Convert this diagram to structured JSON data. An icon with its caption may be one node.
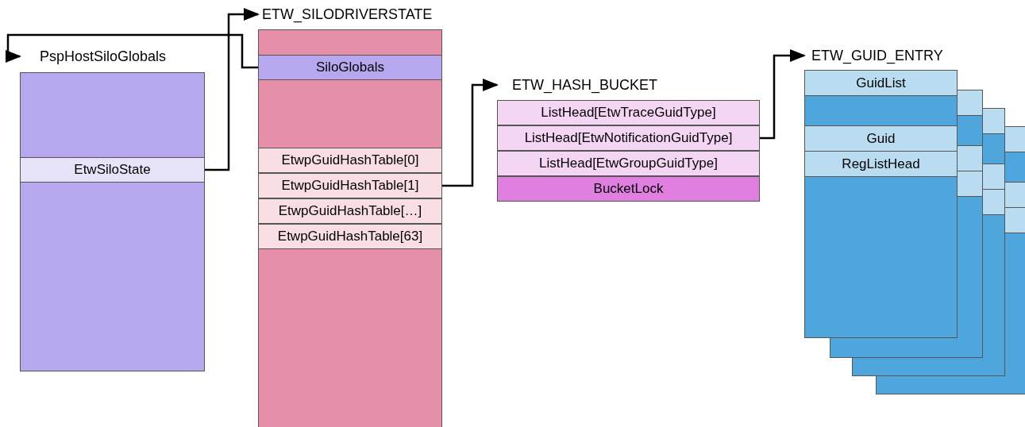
{
  "diagram": {
    "nodes": [
      {
        "text": [
          "PspHostSiloGlobals"
        ]
      },
      {
        "text": [
          "EtwSiloState"
        ],
        "in": 0
      },
      {
        "text": [
          "ETW_SILODRIVERSTATE"
        ]
      },
      {
        "text": [
          "SiloGlobals"
        ],
        "in": 2
      },
      {
        "text": [
          "EtwpGuidHashTable[0]"
        ],
        "in": 2
      },
      {
        "text": [
          "EtwpGuidHashTable[1]"
        ],
        "in": 2
      },
      {
        "text": [
          "EtwpGuidHashTable[…]"
        ],
        "in": 2
      },
      {
        "text": [
          "EtwpGuidHashTable[63]"
        ],
        "in": 2
      },
      {
        "text": [
          "ETW_HASH_BUCKET"
        ]
      },
      {
        "text": [
          "ListHead[EtwTraceGuidType]"
        ],
        "in": 8
      },
      {
        "text": [
          "ListHead[EtwNotificationGuidType]"
        ],
        "in": 8
      },
      {
        "text": [
          "ListHead[EtwGroupGuidType]"
        ],
        "in": 8
      },
      {
        "text": [
          "BucketLock"
        ],
        "in": 8
      },
      {
        "text": [
          "ETW_GUID_ENTRY"
        ]
      },
      {
        "text": [
          "GuidList"
        ],
        "in": 13
      },
      {
        "text": [
          "Guid"
        ],
        "in": 13
      },
      {
        "text": [
          "RegListHead"
        ],
        "in": 13
      },
      {
        "text": [],
        "shape": "box"
      },
      {
        "text": [],
        "shape": "box"
      },
      {
        "text": [],
        "shape": "box"
      }
    ],
    "edges": [
      {
        "from": 3,
        "to": 0,
        "arrow": "to"
      },
      {
        "from": 1,
        "to": 2,
        "arrow": "to"
      },
      {
        "from": 5,
        "to": 8,
        "arrow": "to"
      },
      {
        "from": 10,
        "to": 13,
        "arrow": "to"
      }
    ]
  }
}
